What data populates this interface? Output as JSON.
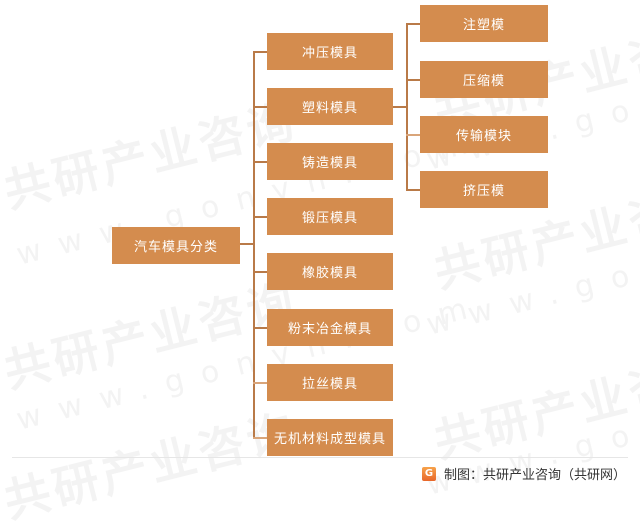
{
  "watermark": {
    "brand": "共研产业咨询",
    "url": "www.gonyn.com"
  },
  "root": {
    "label": "汽车模具分类"
  },
  "categories": [
    {
      "label": "冲压模具"
    },
    {
      "label": "塑料模具"
    },
    {
      "label": "铸造模具"
    },
    {
      "label": "锻压模具"
    },
    {
      "label": "橡胶模具"
    },
    {
      "label": "粉末冶金模具"
    },
    {
      "label": "拉丝模具"
    },
    {
      "label": "无机材料成型模具"
    }
  ],
  "plastic_subtypes": [
    {
      "label": "注塑模"
    },
    {
      "label": "压缩模"
    },
    {
      "label": "传输模块"
    },
    {
      "label": "挤压模"
    }
  ],
  "footer": {
    "logo_glyph": "G",
    "credit": "制图：共研产业咨询（共研网）"
  },
  "colors": {
    "node": "#d48c4e",
    "connector": "#b97a48"
  }
}
